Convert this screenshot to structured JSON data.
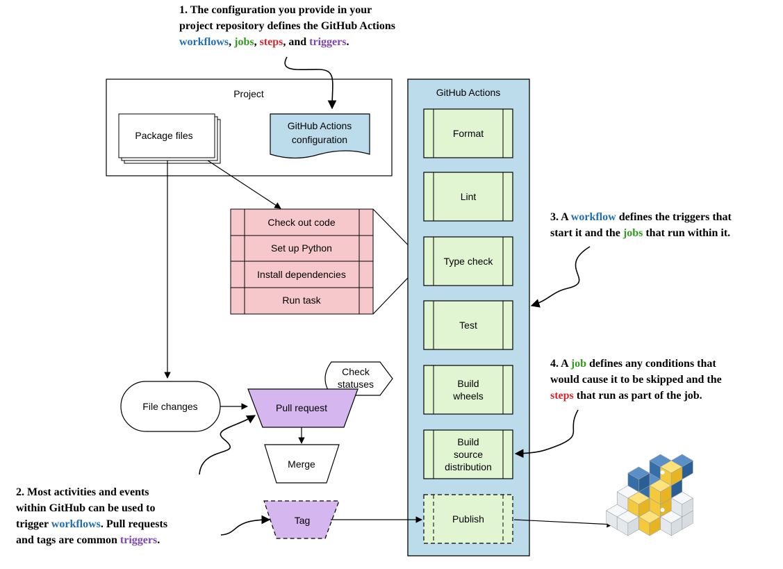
{
  "colors": {
    "workflow": "#1f6eb3",
    "job": "#2f9a1c",
    "step": "#d6262b",
    "trigger": "#7d45ad",
    "actions_panel": "#bcdcec",
    "job_box": "#e2f5d2",
    "steps_fill": "#f6c8cc",
    "config_fill": "#bcdcec",
    "trigger_fill": "#d6b6ee"
  },
  "notes": {
    "n1": {
      "line1": "1. The configuration you provide in your",
      "line2": "project repository defines the GitHub Actions",
      "w_workflows": "workflows",
      "s1": ", ",
      "w_jobs": "jobs",
      "s2": ", ",
      "w_steps": "steps",
      "s3": ", and ",
      "w_triggers": "triggers",
      "s4": "."
    },
    "n2": {
      "line1": "2. Most activities and events",
      "line2": "within GitHub can be used to",
      "l3a": "trigger ",
      "w_workflows": "workflows",
      "l3b": ". Pull requests",
      "l4a": "and tags are common ",
      "w_triggers": "triggers",
      "l4b": "."
    },
    "n3": {
      "l1a": "3. A ",
      "w_workflow": "workflow",
      "l1b": " defines the triggers that",
      "l2a": "start it and the ",
      "w_jobs": "jobs",
      "l2b": " that run within it."
    },
    "n4": {
      "l1a": "4. A ",
      "w_job": "job",
      "l1b": " defines any conditions that",
      "line2": "would cause it to be skipped and the",
      "w_steps": "steps",
      "l3b": " that run as part of the job."
    }
  },
  "project": {
    "title": "Project",
    "package_files": "Package files",
    "config_line1": "GitHub Actions",
    "config_line2": "configuration"
  },
  "steps": [
    "Check out code",
    "Set up Python",
    "Install dependencies",
    "Run task"
  ],
  "actions": {
    "title": "GitHub Actions",
    "jobs": [
      {
        "lines": [
          "Format"
        ]
      },
      {
        "lines": [
          "Lint"
        ]
      },
      {
        "lines": [
          "Type check"
        ]
      },
      {
        "lines": [
          "Test"
        ]
      },
      {
        "lines": [
          "Build",
          "wheels"
        ]
      },
      {
        "lines": [
          "Build",
          "source",
          "distribution"
        ]
      },
      {
        "lines": [
          "Publish"
        ],
        "dashed": true
      }
    ]
  },
  "events": {
    "file_changes": "File changes",
    "pull_request": "Pull request",
    "check_statuses_line1": "Check",
    "check_statuses_line2": "statuses",
    "merge": "Merge",
    "tag": "Tag"
  }
}
